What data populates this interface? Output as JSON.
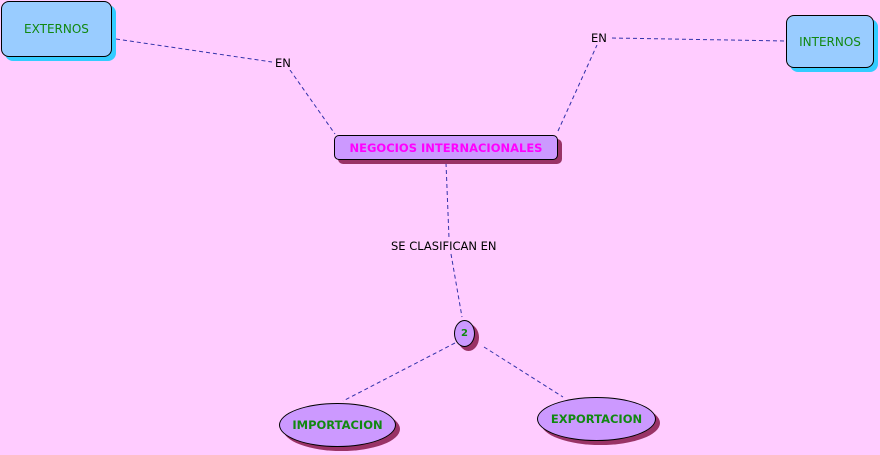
{
  "nodes": {
    "externos": "EXTERNOS",
    "internos": "INTERNOS",
    "negocios": "NEGOCIOS INTERNACIONALES",
    "count": "2",
    "importacion": "IMPORTACION",
    "exportacion": "EXPORTACION"
  },
  "links": {
    "en_left": "EN",
    "en_right": "EN",
    "clasifican": "SE CLASIFICAN EN"
  },
  "colors": {
    "background": "#ffccff",
    "concept_fill": "#99ccff",
    "concept_shadow": "#33ccff",
    "main_fill": "#cc99ff",
    "main_shadow": "#993366",
    "main_text": "#ff00ff",
    "concept_text": "#118811",
    "link_line": "#3333aa"
  }
}
